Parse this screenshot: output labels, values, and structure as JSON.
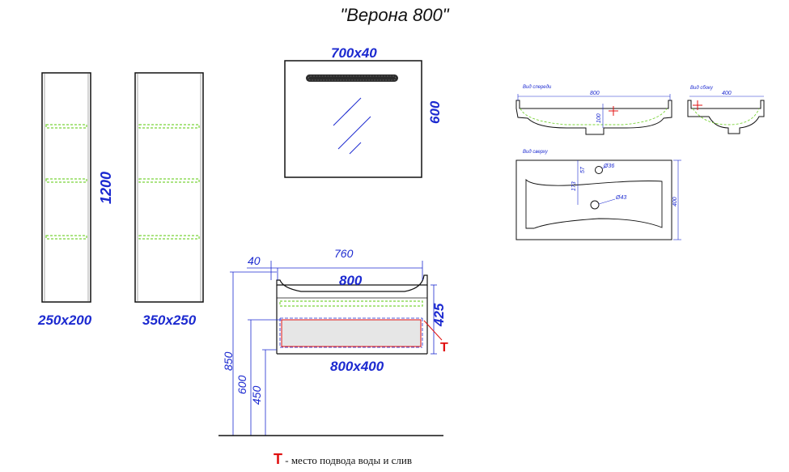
{
  "title": "\"Верона 800\"",
  "column_left": {
    "height_label": "1200",
    "size_label": "250x200"
  },
  "column_right": {
    "size_label": "350x250"
  },
  "mirror": {
    "top_label": "700x40",
    "side_label": "600"
  },
  "vanity": {
    "dim_40": "40",
    "dim_760": "760",
    "dim_800": "800",
    "dim_425": "425",
    "size_label": "800x400",
    "dim_850": "850",
    "dim_600": "600",
    "dim_450": "450",
    "t_marker": "T"
  },
  "basin_front": {
    "view_label": "Вид спереди",
    "width": "800",
    "height": "100"
  },
  "basin_side": {
    "view_label": "Вид сбоку",
    "width": "400"
  },
  "basin_top": {
    "view_label": "Вид сверху",
    "d1": "Ø36",
    "d2": "Ø43",
    "dim_57": "57",
    "dim_173": "173",
    "depth": "400"
  },
  "legend": {
    "marker": "T",
    "text": " - место подвода воды и слив"
  },
  "colors": {
    "dimension_blue": "#1c2ad0",
    "outline": "#111111",
    "shelf_green": "#7bd43a",
    "marker_red": "#e01010"
  }
}
